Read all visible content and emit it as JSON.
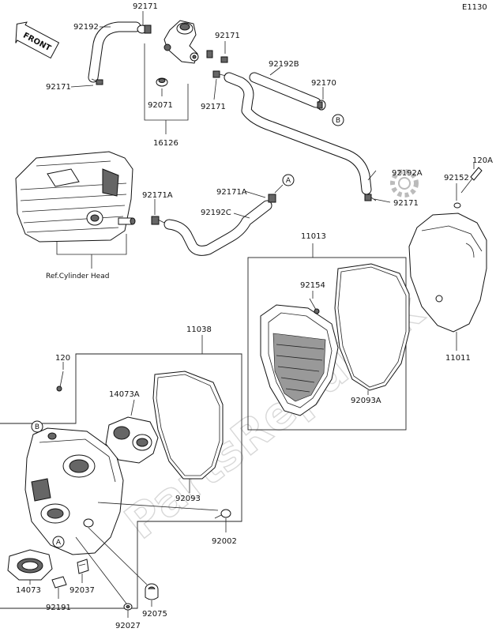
{
  "diagram_code": "E1130",
  "front_label": "FRONT",
  "watermark": "PartsRepublik",
  "ref_letters": {
    "a": "A",
    "b": "B"
  },
  "labels": {
    "p92171_top": "92171",
    "p92192": "92192",
    "p92171_left": "92171",
    "p92171_valve_r": "92171",
    "p92192b": "92192B",
    "p92170": "92170",
    "p92171_mid": "92171",
    "p92071": "92071",
    "p16126": "16126",
    "p92192a": "92192A",
    "p92171_hose_end": "92171",
    "p92152": "92152",
    "p120a": "120A",
    "p92171a_left": "92171A",
    "p92171a_right": "92171A",
    "p92192c": "92192C",
    "ref_cylinder_head": "Ref.Cylinder Head",
    "p11013": "11013",
    "p92154": "92154",
    "p11011": "11011",
    "p92093a": "92093A",
    "p11038": "11038",
    "p120": "120",
    "p14073a": "14073A",
    "p92093": "92093",
    "p92002": "92002",
    "p14073": "14073",
    "p92037": "92037",
    "p92191": "92191",
    "p92075": "92075",
    "p92027": "92027"
  }
}
